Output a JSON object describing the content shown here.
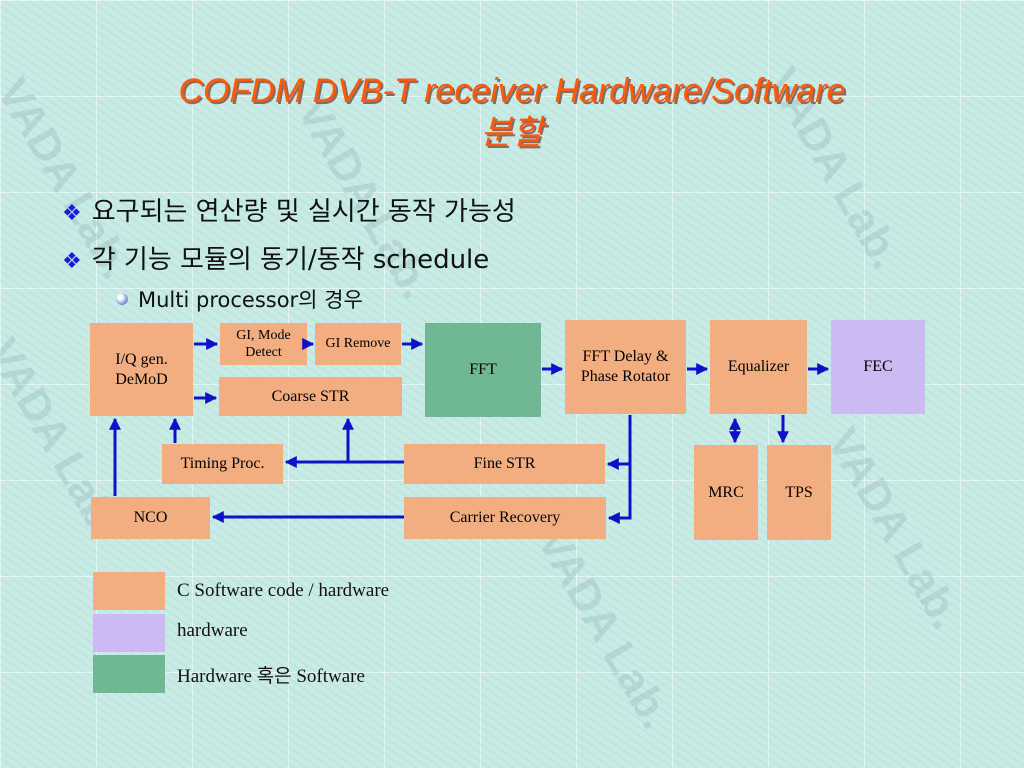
{
  "slide": {
    "title_line1": "COFDM DVB-T receiver Hardware/Software",
    "title_line2": "분할",
    "watermark": "VADA Lab.",
    "bullets": [
      "요구되는 연산량 및 실시간 동작 가능성",
      "각 기능 모듈의 동기/동작 schedule"
    ],
    "sub_bullet": "Multi processor의 경우"
  },
  "diagram": {
    "blocks": {
      "iq_gen": "I/Q gen.\nDeMoD",
      "gi_mode": "GI, Mode\nDetect",
      "gi_remove": "GI Remove",
      "coarse_str": "Coarse STR",
      "fft": "FFT",
      "fft_delay": "FFT Delay &\nPhase Rotator",
      "equalizer": "Equalizer",
      "fec": "FEC",
      "timing_proc": "Timing Proc.",
      "fine_str": "Fine STR",
      "nco": "NCO",
      "carrier_recovery": "Carrier Recovery",
      "mrc": "MRC",
      "tps": "TPS"
    },
    "legend": [
      {
        "label": "C Software code / hardware",
        "color": "#f2ae80"
      },
      {
        "label": "hardware",
        "color": "#ccbaf2"
      },
      {
        "label": "Hardware 혹은 Software",
        "color": "#6fb893"
      }
    ],
    "colors": {
      "c_software": "#f2ae80",
      "hardware": "#ccbaf2",
      "hw_or_sw": "#6fb893",
      "arrow": "#1010c8",
      "title": "#ff5a0a"
    }
  }
}
